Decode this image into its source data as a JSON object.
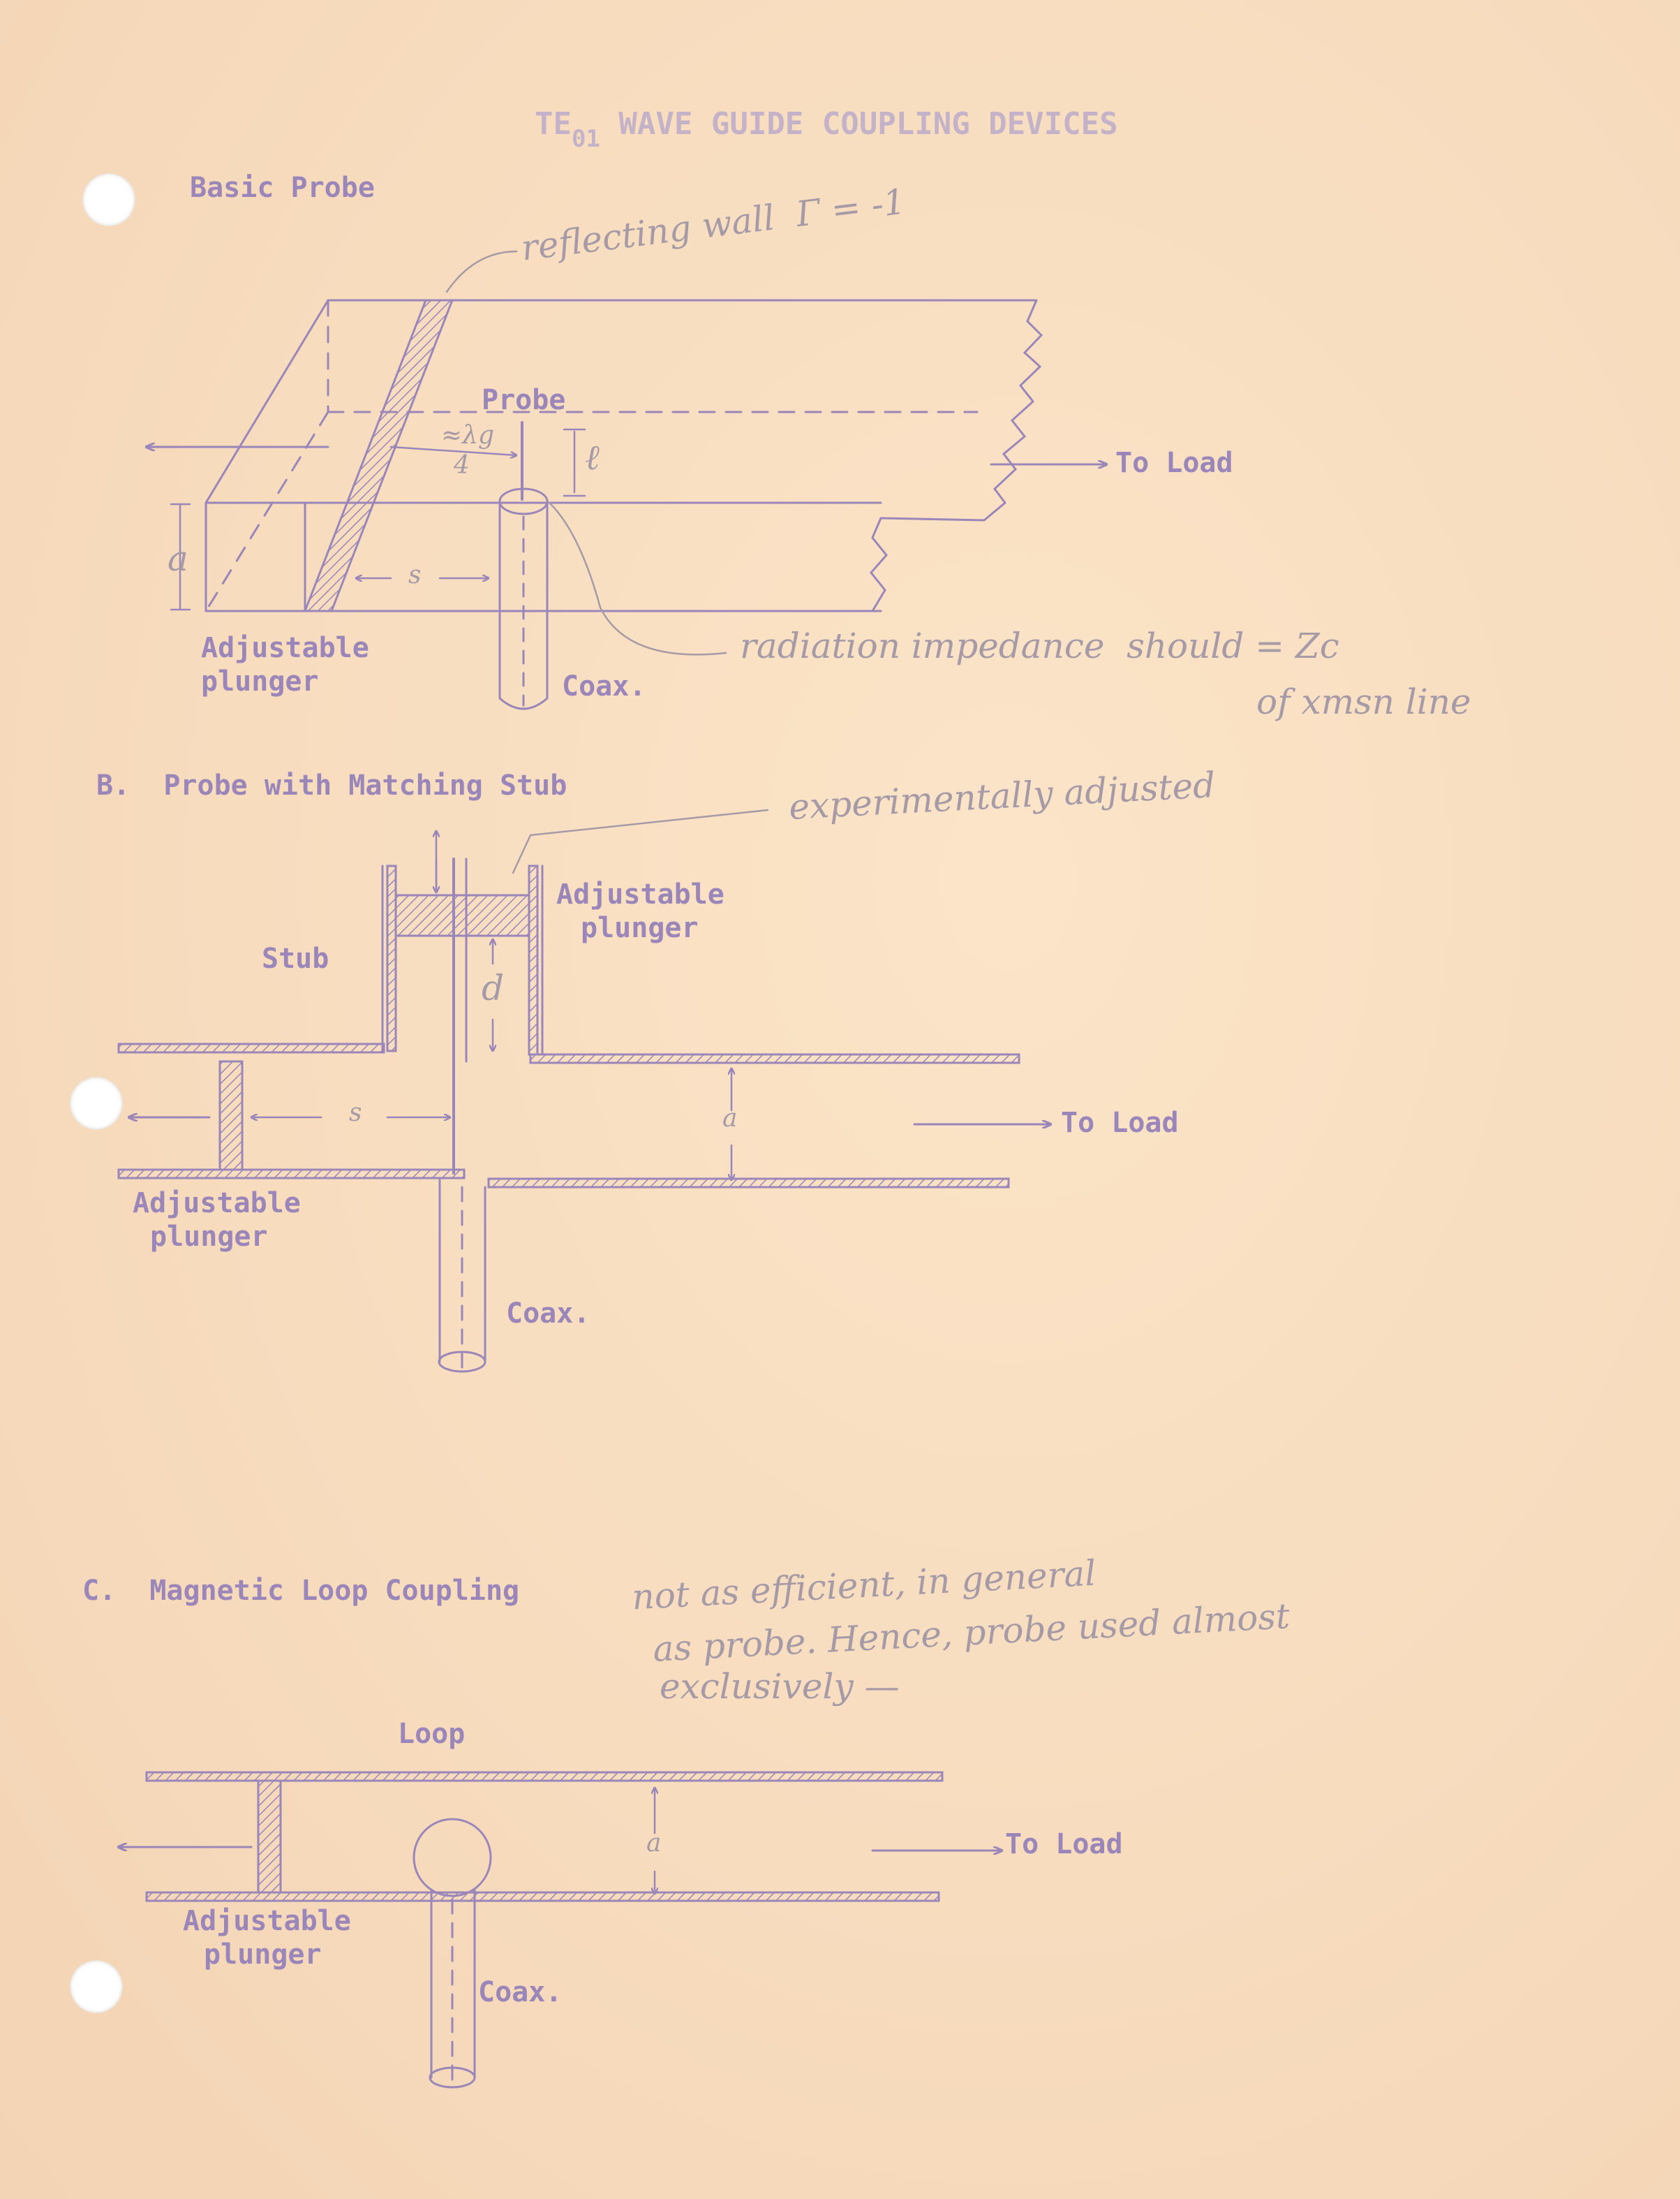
{
  "page": {
    "title": "TE01 WAVE GUIDE COUPLING DEVICES",
    "title_main_a": "TE",
    "title_sub": "01",
    "title_main_b": " WAVE GUIDE COUPLING DEVICES"
  },
  "basic_probe": {
    "heading": "Basic Probe",
    "note_reflecting_wall": "reflecting wall  Γ = -1",
    "probe_label": "Probe",
    "quarter_wave_top": "≈λg",
    "quarter_wave_bottom": "4",
    "probe_length": "ℓ",
    "to_load": "To Load",
    "height_a": "a",
    "spacing_s": "s",
    "plunger_label_line1": "Adjustable",
    "plunger_label_line2": "plunger",
    "coax_label": "Coax.",
    "note_radiation_line1": "radiation impedance  should = Zc",
    "note_radiation_line2": "of xmsn line"
  },
  "matching_stub": {
    "heading": "B.  Probe with Matching Stub",
    "note_adjusted": "experimentally adjusted",
    "stub_label": "Stub",
    "stub_plunger_line1": "Adjustable",
    "stub_plunger_line2": "plunger",
    "distance_d": "d",
    "spacing_s": "s",
    "height_a": "a",
    "to_load": "To Load",
    "plunger_label_line1": "Adjustable",
    "plunger_label_line2": "plunger",
    "coax_label": "Coax."
  },
  "loop_coupling": {
    "heading": "C.  Magnetic Loop Coupling",
    "note_line1": "not as efficient, in general",
    "note_line2": "as probe. Hence, probe used almost",
    "note_line3": "exclusively —",
    "loop_label": "Loop",
    "height_a": "a",
    "to_load": "To Load",
    "plunger_label_line1": "Adjustable",
    "plunger_label_line2": "plunger",
    "coax_label": "Coax."
  },
  "colors": {
    "paper": "#f8ddbf",
    "ink_typed": "#9a86b9",
    "ink_pencil": "#a59aa6"
  }
}
